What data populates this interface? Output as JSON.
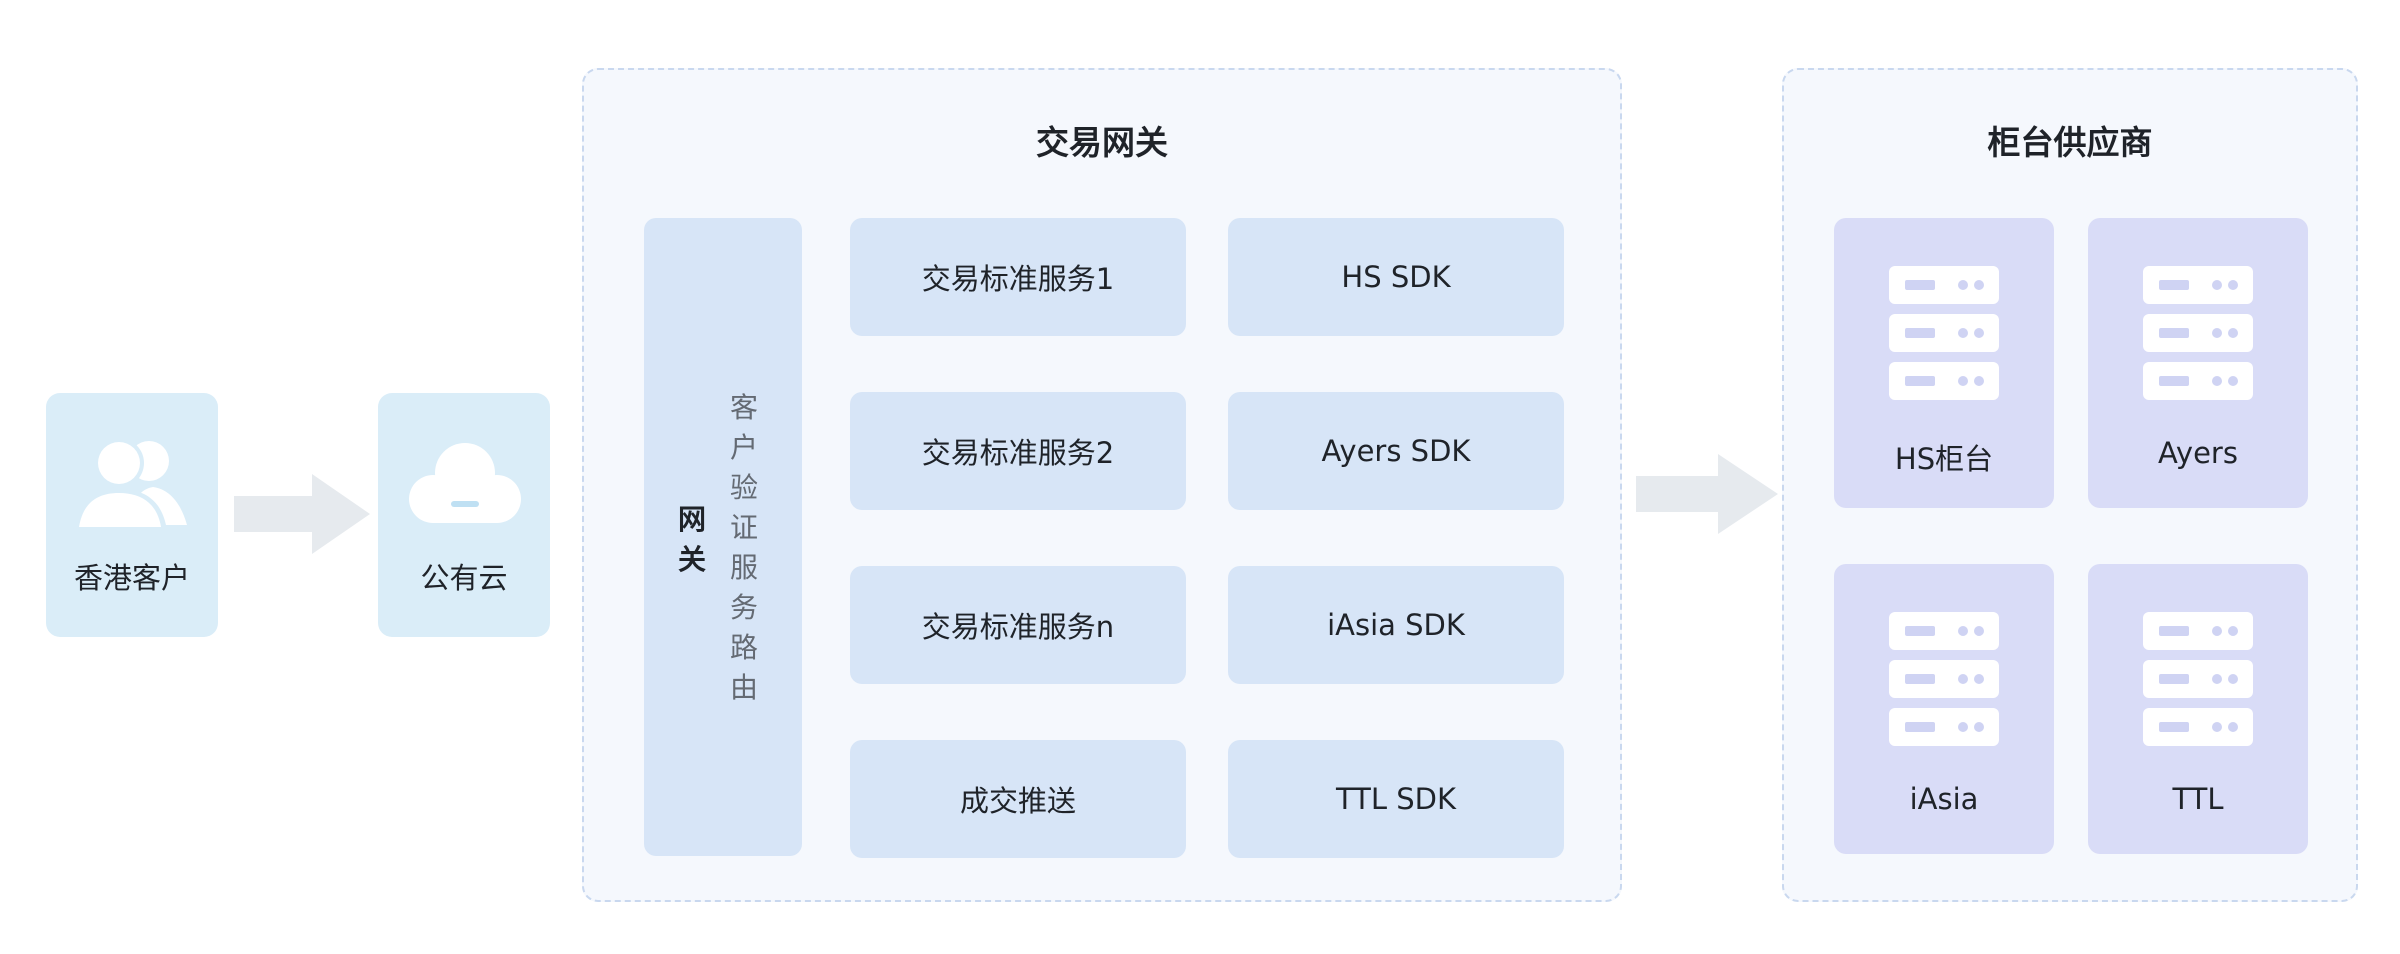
{
  "entries": {
    "customers_label": "香港客户",
    "cloud_label": "公有云",
    "customers_icon": "users-icon",
    "cloud_icon": "cloud-icon"
  },
  "gateway": {
    "title": "交易网关",
    "column_label": "网关",
    "column_sublabel": "客户验证服务路由",
    "services": [
      "交易标准服务1",
      "交易标准服务2",
      "交易标准服务n",
      "成交推送"
    ],
    "sdks": [
      "HS SDK",
      "Ayers SDK",
      "iAsia SDK",
      "TTL SDK"
    ]
  },
  "vendors": {
    "title": "柜台供应商",
    "items": [
      "HS柜台",
      "Ayers",
      "iAsia",
      "TTL"
    ],
    "icon": "server-icon"
  },
  "colors": {
    "entry_card": "#daedf8",
    "panel_bg": "#f5f8fd",
    "panel_border": "#c9d8ef",
    "box": "#d7e5f7",
    "vendor_card": "#d9dcf7",
    "arrow": "#e6eaee"
  }
}
